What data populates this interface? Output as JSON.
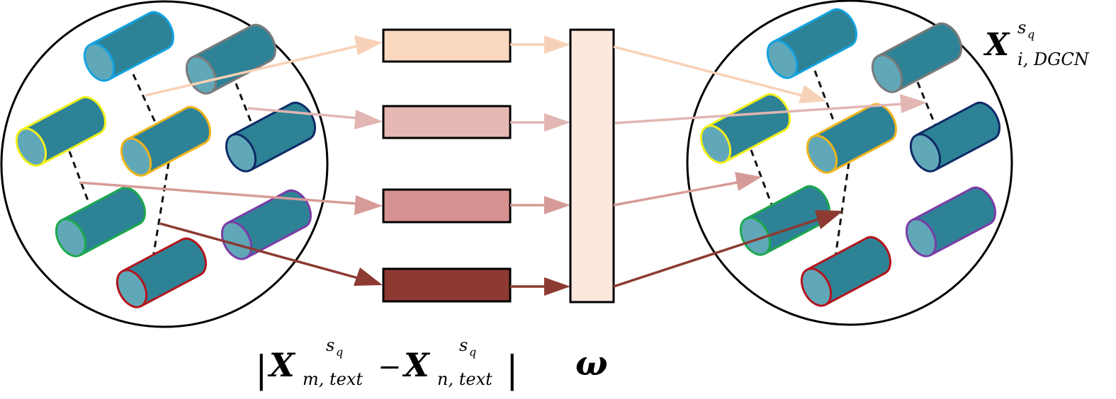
{
  "labels": {
    "output_symbol": "X",
    "output_superscript": "s",
    "output_superscript_sub": "q",
    "output_subscript": "i, DGCN",
    "diff_left_bar": "|",
    "diff_x1": "X",
    "diff_x1_superscript": "s",
    "diff_x1_superscript_sub": "q",
    "diff_x1_subscript": "m, text",
    "diff_minus": "−",
    "diff_x2": "X",
    "diff_x2_superscript": "s",
    "diff_x2_superscript_sub": "q",
    "diff_x2_subscript": "n, text",
    "diff_right_bar": "|",
    "weight_symbol": "ω"
  },
  "colors": {
    "node_fill": "#2e8296",
    "node_cap_fill": "#60a8b8",
    "edge": "#111111",
    "stroke": "#000000",
    "box_1": "#fad8c0",
    "box_2": "#e6b8b4",
    "box_3": "#d69290",
    "box_4": "#8c3a32",
    "weight_box": "#fce8dc",
    "arrow_1": "#f7d1b7",
    "arrow_2": "#e2b6b2",
    "arrow_3": "#d79b97",
    "arrow_4": "#8c3a32"
  },
  "nodes_left": [
    {
      "id": "blue",
      "border": "#14a2e0"
    },
    {
      "id": "gray",
      "border": "#7a7a7a"
    },
    {
      "id": "yellow",
      "border": "#f2f01c"
    },
    {
      "id": "orange",
      "border": "#f0b41c"
    },
    {
      "id": "navy",
      "border": "#0e2a66"
    },
    {
      "id": "green",
      "border": "#1ca84c"
    },
    {
      "id": "purple",
      "border": "#7a3ca6"
    },
    {
      "id": "red",
      "border": "#b4141c"
    }
  ],
  "nodes_right": [
    {
      "id": "blue",
      "border": "#14a2e0"
    },
    {
      "id": "gray",
      "border": "#7a7a7a"
    },
    {
      "id": "yellow",
      "border": "#f2f01c"
    },
    {
      "id": "orange",
      "border": "#f0b41c"
    },
    {
      "id": "navy",
      "border": "#0e2a66"
    },
    {
      "id": "green",
      "border": "#1ca84c"
    },
    {
      "id": "purple",
      "border": "#7a3ca6"
    },
    {
      "id": "red",
      "border": "#b4141c"
    }
  ]
}
